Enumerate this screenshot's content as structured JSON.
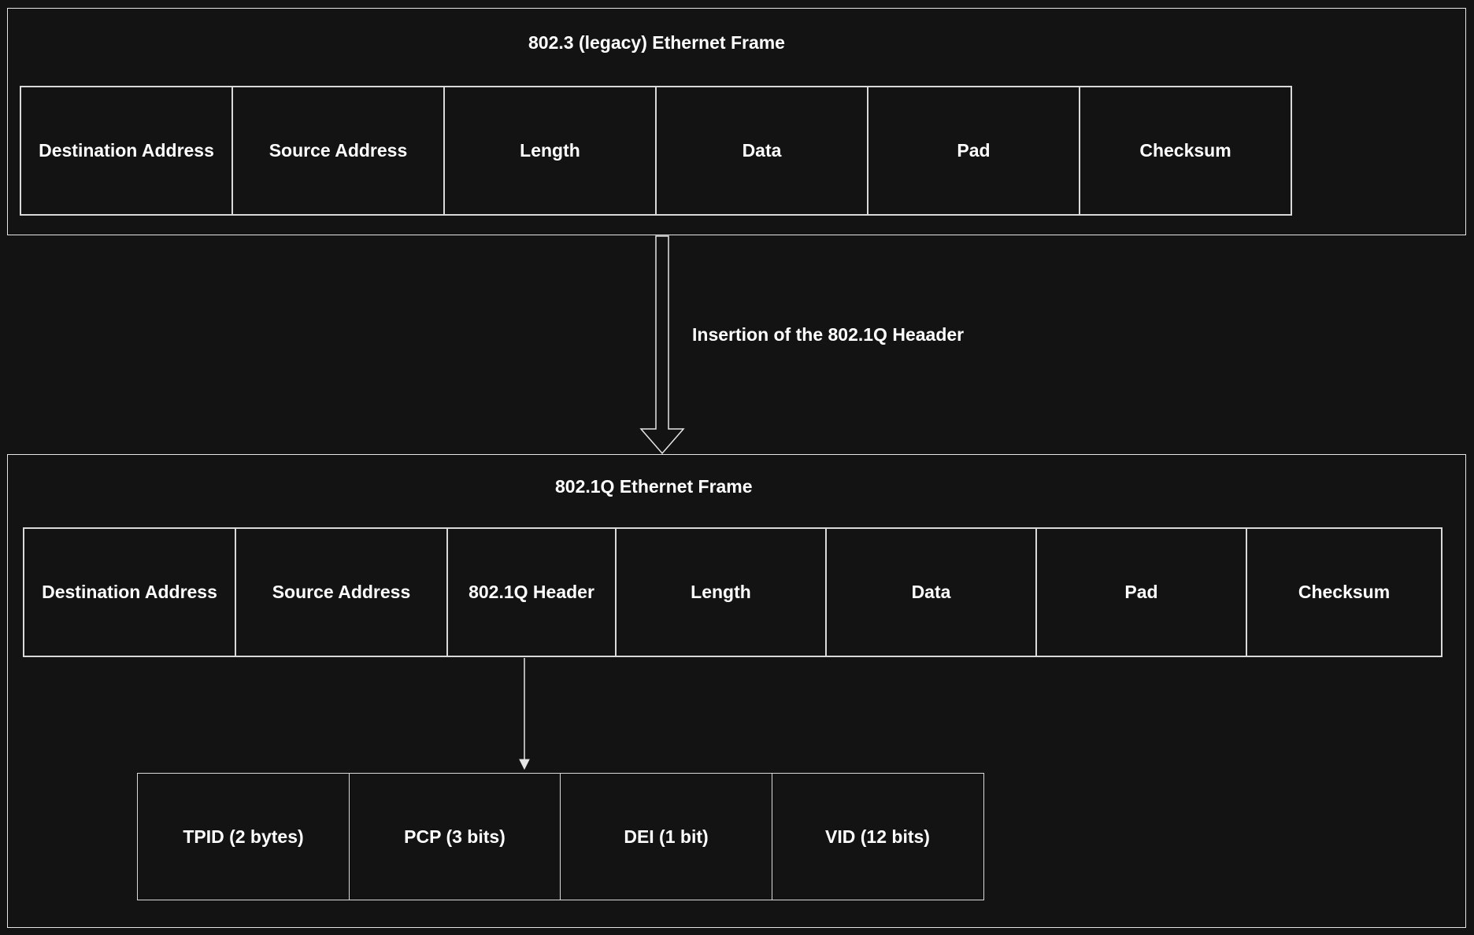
{
  "legacy_frame": {
    "title": "802.3 (legacy) Ethernet Frame",
    "fields": [
      "Destination Address",
      "Source Address",
      "Length",
      "Data",
      "Pad",
      "Checksum"
    ]
  },
  "transition": {
    "label": "Insertion of the 802.1Q Heaader"
  },
  "dot1q_frame": {
    "title": "802.1Q Ethernet Frame",
    "fields": [
      "Destination Address",
      "Source Address",
      "802.1Q Header",
      "Length",
      "Data",
      "Pad",
      "Checksum"
    ]
  },
  "dot1q_header": {
    "fields": [
      "TPID (2 bytes)",
      "PCP (3 bits)",
      "DEI (1 bit)",
      "VID (12 bits)"
    ]
  },
  "colors": {
    "background": "#131313",
    "border": "#e6e6e6",
    "text": "#ffffff"
  }
}
